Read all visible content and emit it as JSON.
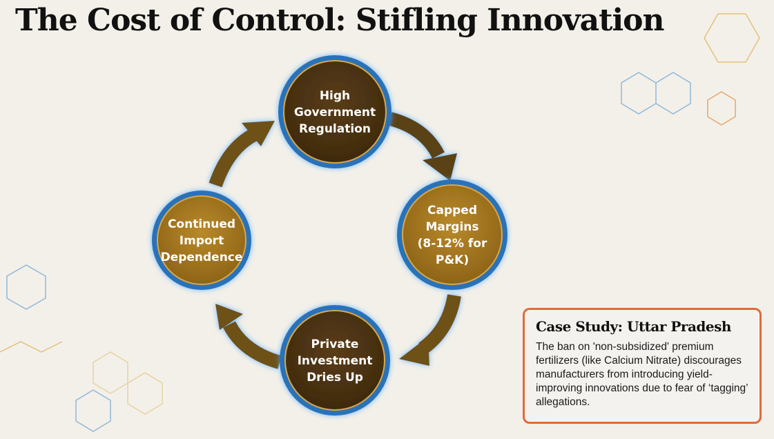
{
  "title": "The Cost of Control: Stifling Innovation",
  "cycle": {
    "nodes": [
      {
        "lines": [
          "High",
          "Government",
          "Regulation"
        ]
      },
      {
        "lines": [
          "Capped",
          "Margins",
          "(8-12% for",
          "P&K)"
        ]
      },
      {
        "lines": [
          "Private",
          "Investment",
          "Dries Up"
        ]
      },
      {
        "lines": [
          "Continued",
          "Import",
          "Dependence"
        ]
      }
    ]
  },
  "case_study": {
    "heading": "Case Study: Uttar Pradesh",
    "body": "The ban on 'non-subsidized' premium fertilizers (like Calcium Nitrate) discourages manufacturers from introducing yield-improving innovations due to fear of ‘tagging’ allegations."
  },
  "colors": {
    "ring": "#2a72b8",
    "dark": "#4e3414",
    "gold": "#a97b20",
    "border": "#e06a3a"
  }
}
